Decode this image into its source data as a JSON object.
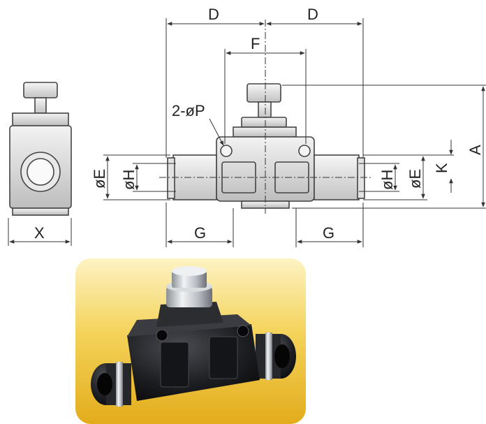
{
  "labels": {
    "d_left": "D",
    "d_right": "D",
    "f": "F",
    "p": "2-øP",
    "a": "A",
    "k": "K",
    "e_left": "øE",
    "h_left": "øH",
    "h_right": "øH",
    "e_right": "øE",
    "x": "X",
    "g_left": "G",
    "g_right": "G"
  },
  "colors": {
    "photo_bg_top": "#fbe9a6",
    "photo_bg_bottom": "#e7b31e",
    "body": "#1c1c1e",
    "metal": "#c9cdd2"
  }
}
